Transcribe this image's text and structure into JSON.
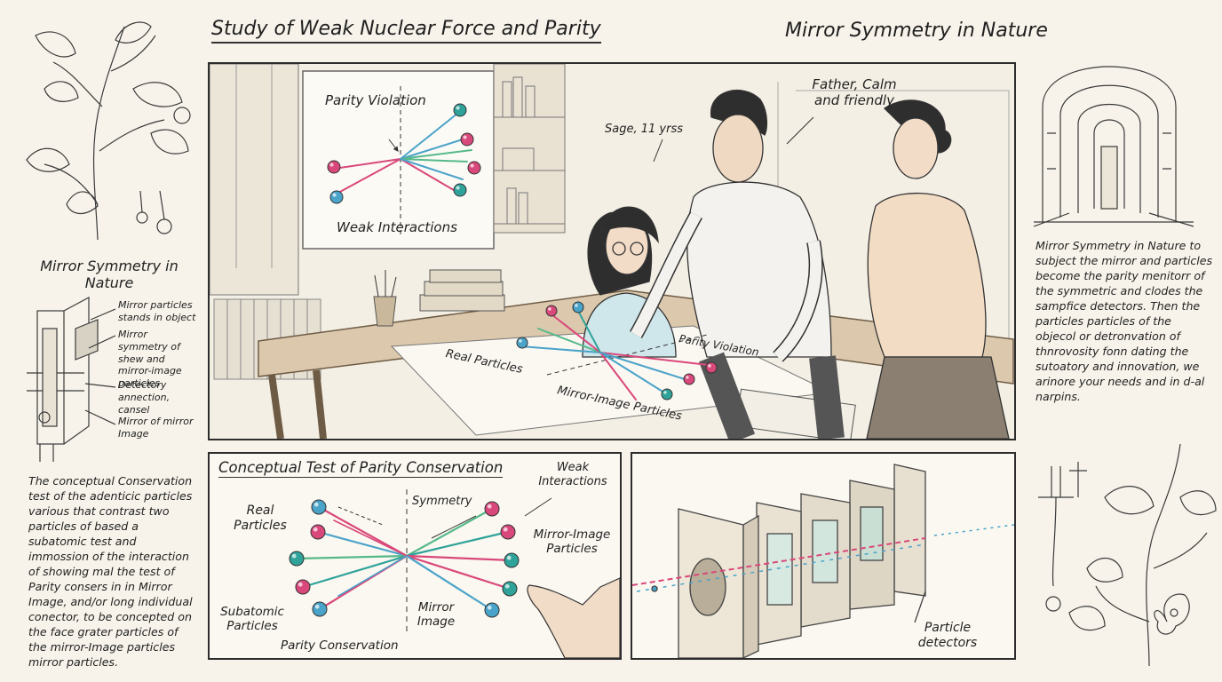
{
  "colors": {
    "pink": "#d9487a",
    "blue": "#4aa3c9",
    "green": "#56b98a",
    "teal": "#2fa39a",
    "ink": "#2b2b2b",
    "paper": "#f7f3ea"
  },
  "header": {
    "main_title": "Study of Weak Nuclear Force and Parity",
    "right_title": "Mirror Symmetry in Nature"
  },
  "left_sidebar": {
    "heading": "Mirror Symmetry in Nature",
    "callouts": [
      "Mirror particles stands in object",
      "Mirror symmetry of shew and mirror-image particles",
      "Detectory annection, cansel",
      "Mirror of mirror Image"
    ],
    "paragraph": "The conceptual Conservation test of the adenticic particles various that contrast two particles of based a subatomic test and immossion of the interaction of showing mal the test of Parity consers in in Mirror Image, and/or long individual conector, to be concepted on the face grater particles of the mirror-Image particles mirror particles."
  },
  "right_sidebar": {
    "paragraph": "Mirror Symmetry in Nature to subject the mirror and particles become the parity menitorr of the symmetric and clodes the sampfice detectors. Then the particles particles of the objecol or detronvation of thnrovosity fonn dating the sutoatory and innovation, we arinore your needs and in d-al narpins."
  },
  "scene": {
    "whiteboard_parity": "Parity Violation",
    "whiteboard_weak": "Weak Interactions",
    "child_label": "Sage, 11 yrss",
    "father_label": "Father, Calm and friendly",
    "table_real": "Real Particles",
    "table_mirror": "Mirror-Image Particles",
    "table_parity": "Parity Violation"
  },
  "test_panel": {
    "title": "Conceptual Test of Parity Conservation",
    "real_particles": "Real Particles",
    "symmetry": "Symmetry",
    "weak_interactions": "Weak Interactions",
    "mirror_image_particles": "Mirror-Image Particles",
    "subatomic_particles": "Subatomic Particles",
    "mirror_image": "Mirror Image",
    "parity_conservation": "Parity Conservation"
  },
  "detector_panel": {
    "label": "Particle detectors"
  },
  "icons": [
    "plant-sketch-icon",
    "arch-corridor-icon",
    "flower-sketch-icon",
    "mirror-apparatus-icon"
  ]
}
